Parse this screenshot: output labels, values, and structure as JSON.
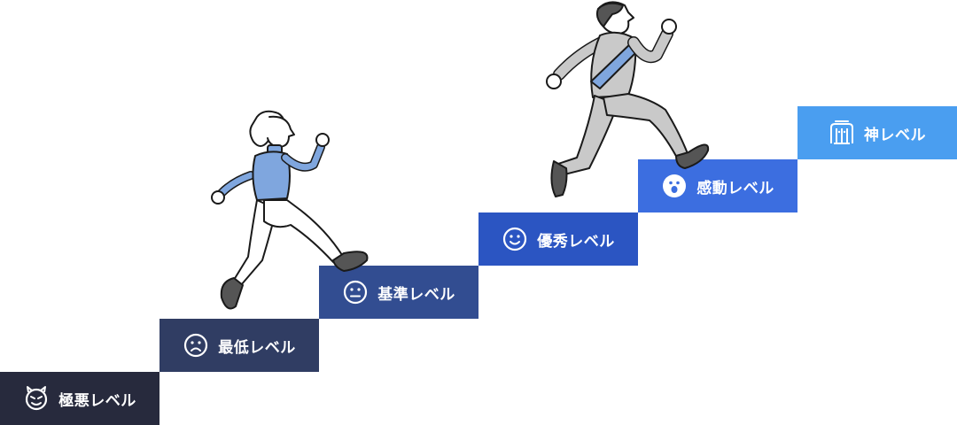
{
  "steps": [
    {
      "label": "極悪レベル",
      "icon": "devil-face-icon",
      "color": "#272a3d"
    },
    {
      "label": "最低レベル",
      "icon": "sad-face-icon",
      "color": "#303d63"
    },
    {
      "label": "基準レベル",
      "icon": "neutral-face-icon",
      "color": "#324d91"
    },
    {
      "label": "優秀レベル",
      "icon": "smile-face-icon",
      "color": "#2b55c2"
    },
    {
      "label": "感動レベル",
      "icon": "excited-face-icon",
      "color": "#3c6ee0"
    },
    {
      "label": "神レベル",
      "icon": "temple-icon",
      "color": "#4a9ef0"
    }
  ],
  "figures": [
    {
      "name": "running-woman",
      "shirt": "#7fa6de"
    },
    {
      "name": "running-businessman",
      "suit": "#c9c9c9",
      "sash": "#7fa6de"
    }
  ]
}
